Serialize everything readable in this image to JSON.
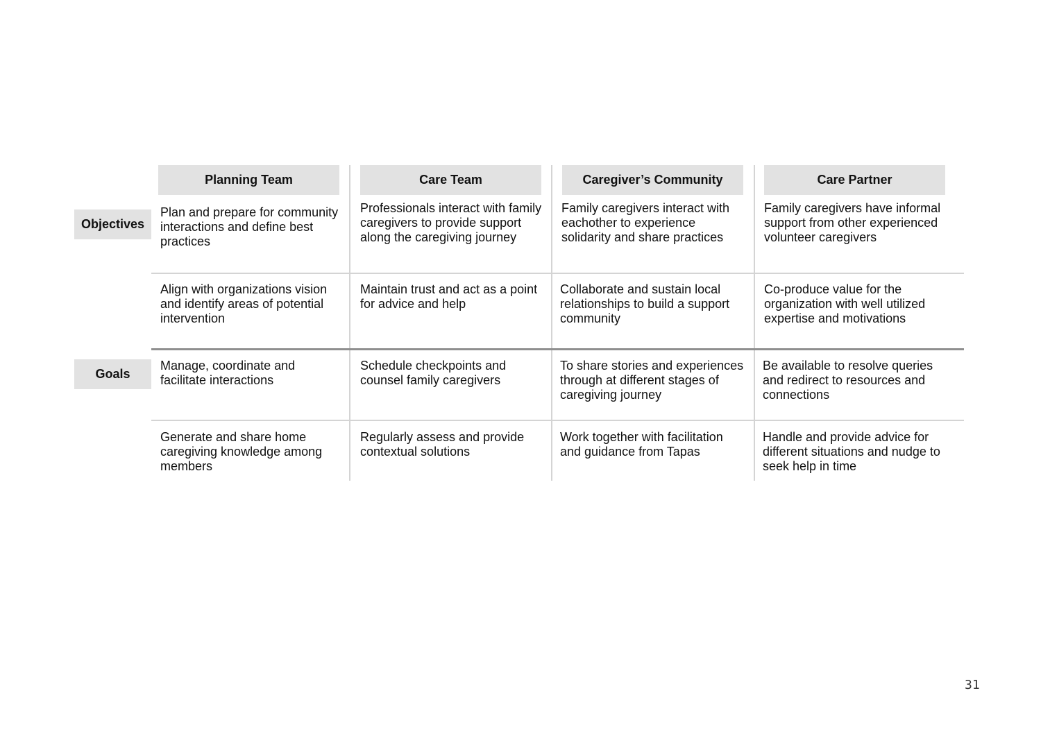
{
  "columns": [
    "Planning Team",
    "Care Team",
    "Caregiver’s Community",
    "Care Partner"
  ],
  "row_labels": {
    "objectives": "Objectives",
    "goals": "Goals"
  },
  "rows": [
    [
      "Plan and prepare for community interactions and define best practices",
      "Professionals interact with family caregivers to provide support along the caregiving journey",
      "Family caregivers interact with eachother to experience solidarity and share practices",
      "Family caregivers have informal support from other experienced volunteer caregivers"
    ],
    [
      "Align with organizations vision and identify areas of potential intervention",
      "Maintain trust and act as a point for advice and help",
      "Collaborate and sustain local relationships to build a support community",
      "Co-produce value for the organization with well utilized expertise and motivations"
    ],
    [
      "Manage, coordinate and facilitate interactions",
      "Schedule checkpoints and counsel family caregivers",
      "To share stories and experiences through at different stages of caregiving journey",
      "Be available to resolve queries and redirect to resources and connections"
    ],
    [
      "Generate and share home caregiving knowledge among members",
      "Regularly assess and provide contextual solutions",
      "Work together with facilitation and guidance from Tapas",
      "Handle and provide advice for different situations and nudge to seek help in time"
    ]
  ],
  "page_number": "31"
}
